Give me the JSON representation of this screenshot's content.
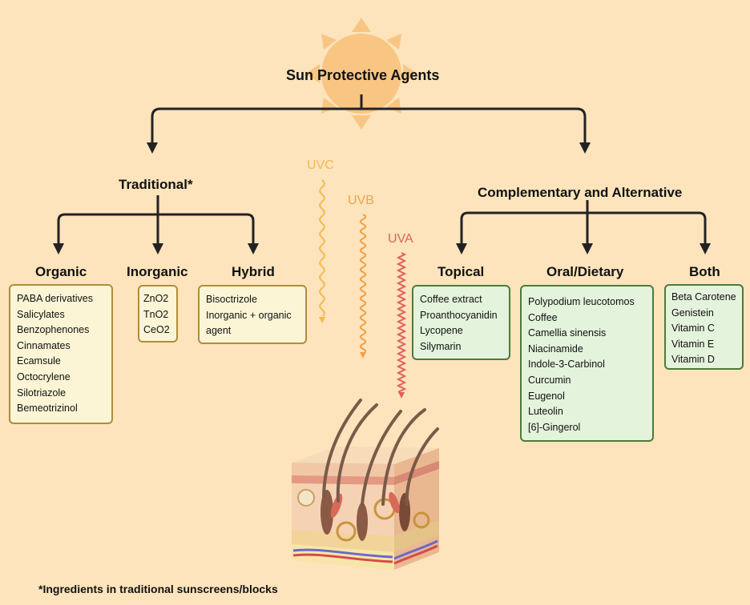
{
  "title": "Sun Protective Agents",
  "traditional": {
    "label": "Traditional*",
    "groups": [
      {
        "label": "Organic",
        "items": [
          "PABA derivatives",
          "Salicylates",
          "Benzophenones",
          "Cinnamates",
          "Ecamsule",
          "Octocrylene",
          "Silotriazole",
          "Bemeotrizinol"
        ]
      },
      {
        "label": "Inorganic",
        "items": [
          "ZnO2",
          "TnO2",
          "CeO2"
        ]
      },
      {
        "label": "Hybrid",
        "items": [
          "Bisoctrizole",
          "Inorganic + organic",
          "agent"
        ]
      }
    ]
  },
  "complementary": {
    "label": "Complementary and Alternative",
    "groups": [
      {
        "label": "Topical",
        "items": [
          "Coffee extract",
          "Proanthocyanidin",
          "Lycopene",
          "Silymarin"
        ]
      },
      {
        "label": "Oral/Dietary",
        "items": [
          "Polypodium leucotomos",
          "Coffee",
          "Camellia sinensis",
          "Niacinamide",
          "Indole-3-Carbinol",
          "Curcumin",
          "Eugenol",
          "Luteolin",
          "[6]-Gingerol"
        ]
      },
      {
        "label": "Both",
        "items": [
          "Beta Carotene",
          "Genistein",
          "Vitamin C",
          "Vitamin E",
          "Vitamin D"
        ]
      }
    ]
  },
  "uv": {
    "uvc": "UVC",
    "uvb": "UVB",
    "uva": "UVA"
  },
  "footnote": "*Ingredients in traditional sunscreens/blocks",
  "colors": {
    "background": "#fde4bc",
    "sun": "#f9c07a",
    "uvc": "#f5b94f",
    "uvb": "#f0a24a",
    "uva": "#e0605a",
    "trad_box_fill": "#fbf5d6",
    "trad_box_border": "#b28c3c",
    "comp_box_fill": "#e4f3dc",
    "comp_box_border": "#4d7a3c"
  },
  "icons": [
    "sun-icon",
    "skin-cross-section-icon"
  ]
}
